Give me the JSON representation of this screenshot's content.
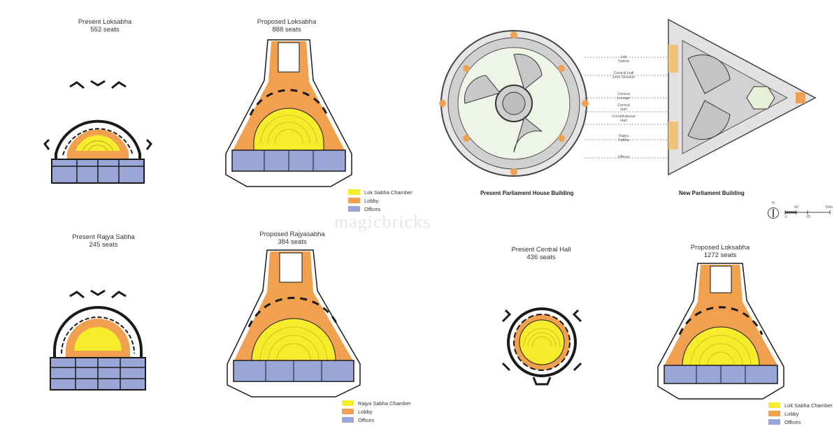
{
  "colors": {
    "chamber": "#f6ec2c",
    "lobby": "#f0a04e",
    "offices": "#9aa6d8",
    "wall": "#1a1a1a",
    "gray": "#cfcfcf"
  },
  "panels": {
    "present_loksabha": {
      "title": "Present Loksabha",
      "seats": "552 seats"
    },
    "proposed_loksabha_1": {
      "title": "Proposed Loksabha",
      "seats": "888 seats"
    },
    "present_rajyasabha": {
      "title": "Present Rajya Sabha",
      "seats": "245 seats"
    },
    "proposed_rajyasabha": {
      "title": "Proposed Rajyasabha",
      "seats": "384 seats"
    },
    "present_central_hall": {
      "title": "Present Central Hall",
      "seats": "436 seats"
    },
    "proposed_loksabha_2": {
      "title": "Proposed Loksabha",
      "seats": "1272 seats"
    }
  },
  "legends": {
    "legend_1": [
      "Lok Sabha Chamber",
      "Lobby",
      "Offices"
    ],
    "legend_2": [
      "Rajya Sabha Chamber",
      "Lobby",
      "Offices"
    ],
    "legend_3": [
      "Lok Sabha Chamber",
      "Lobby",
      "Offices"
    ]
  },
  "parliament": {
    "present_label": "Present Parliament House Building",
    "new_label": "New Parliament Building",
    "callouts": [
      [
        "Lok",
        "Sabha"
      ],
      [
        "Central Hall",
        "Joint Session"
      ],
      [
        "Central",
        "Lounge"
      ],
      [
        "Central",
        "Hall"
      ],
      [
        "Constitutional",
        "Hall"
      ],
      [
        "Rajya",
        "Sabha"
      ],
      [
        "Offices"
      ]
    ],
    "scale": {
      "north": "N",
      "ticks": [
        "0",
        "25"
      ],
      "mid": "50",
      "end": "50m"
    }
  },
  "watermark": "magicbricks"
}
